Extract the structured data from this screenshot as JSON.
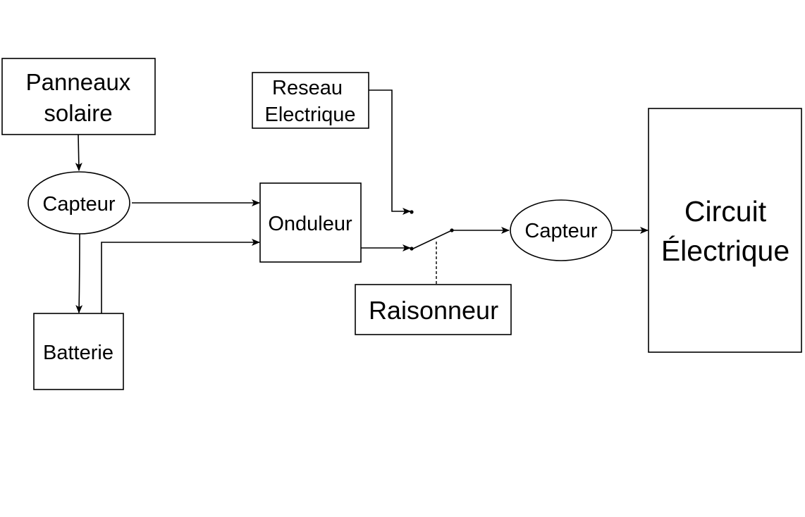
{
  "diagram": {
    "nodes": {
      "panneaux": {
        "line1": "Panneaux",
        "line2": "solaire"
      },
      "capteur_left": {
        "label": "Capteur"
      },
      "batterie": {
        "label": "Batterie"
      },
      "onduleur": {
        "label": "Onduleur"
      },
      "reseau": {
        "line1": "Reseau",
        "line2": "Electrique"
      },
      "raisonneur": {
        "label": "Raisonneur"
      },
      "capteur_right": {
        "label": "Capteur"
      },
      "circuit": {
        "line1": "Circuit",
        "line2": "Électrique"
      }
    },
    "colors": {
      "stroke": "#000000",
      "fill": "#ffffff",
      "text": "#000000"
    }
  }
}
